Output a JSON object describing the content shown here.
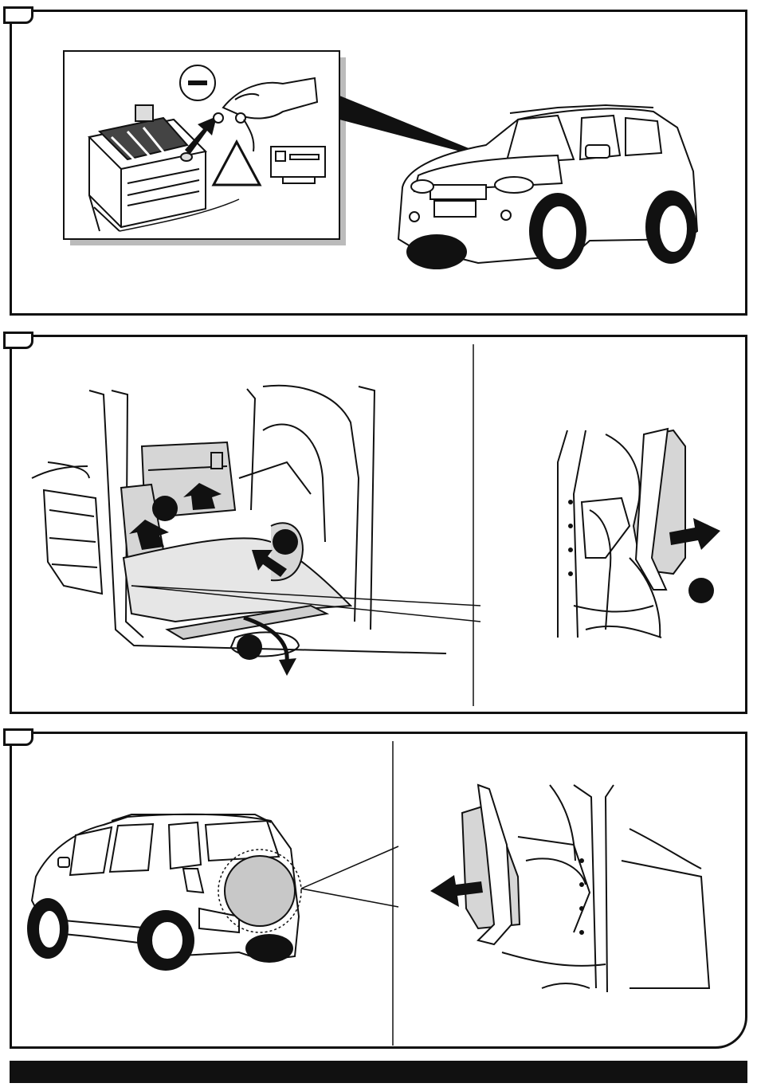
{
  "page": {
    "steps": [
      {
        "id": "step-1",
        "number": ""
      },
      {
        "id": "step-2",
        "number": ""
      },
      {
        "id": "step-3",
        "number": ""
      }
    ],
    "battery_sign": "−",
    "colors": {
      "ink": "#111111",
      "panel_fill": "#ffffff",
      "gray_fill": "#cfcfcf",
      "light_fill": "#e6e6e6",
      "footer": "#111111"
    }
  }
}
